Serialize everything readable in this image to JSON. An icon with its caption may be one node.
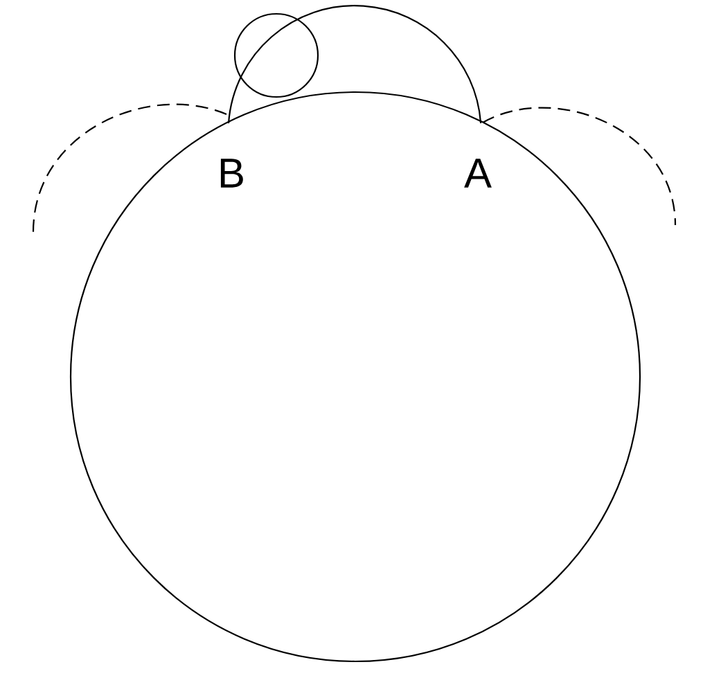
{
  "diagram": {
    "nodes": [
      {
        "text": [],
        "shape": "circle"
      },
      {
        "text": [],
        "shape": "circle"
      }
    ],
    "labels": [
      "B",
      "A"
    ]
  }
}
